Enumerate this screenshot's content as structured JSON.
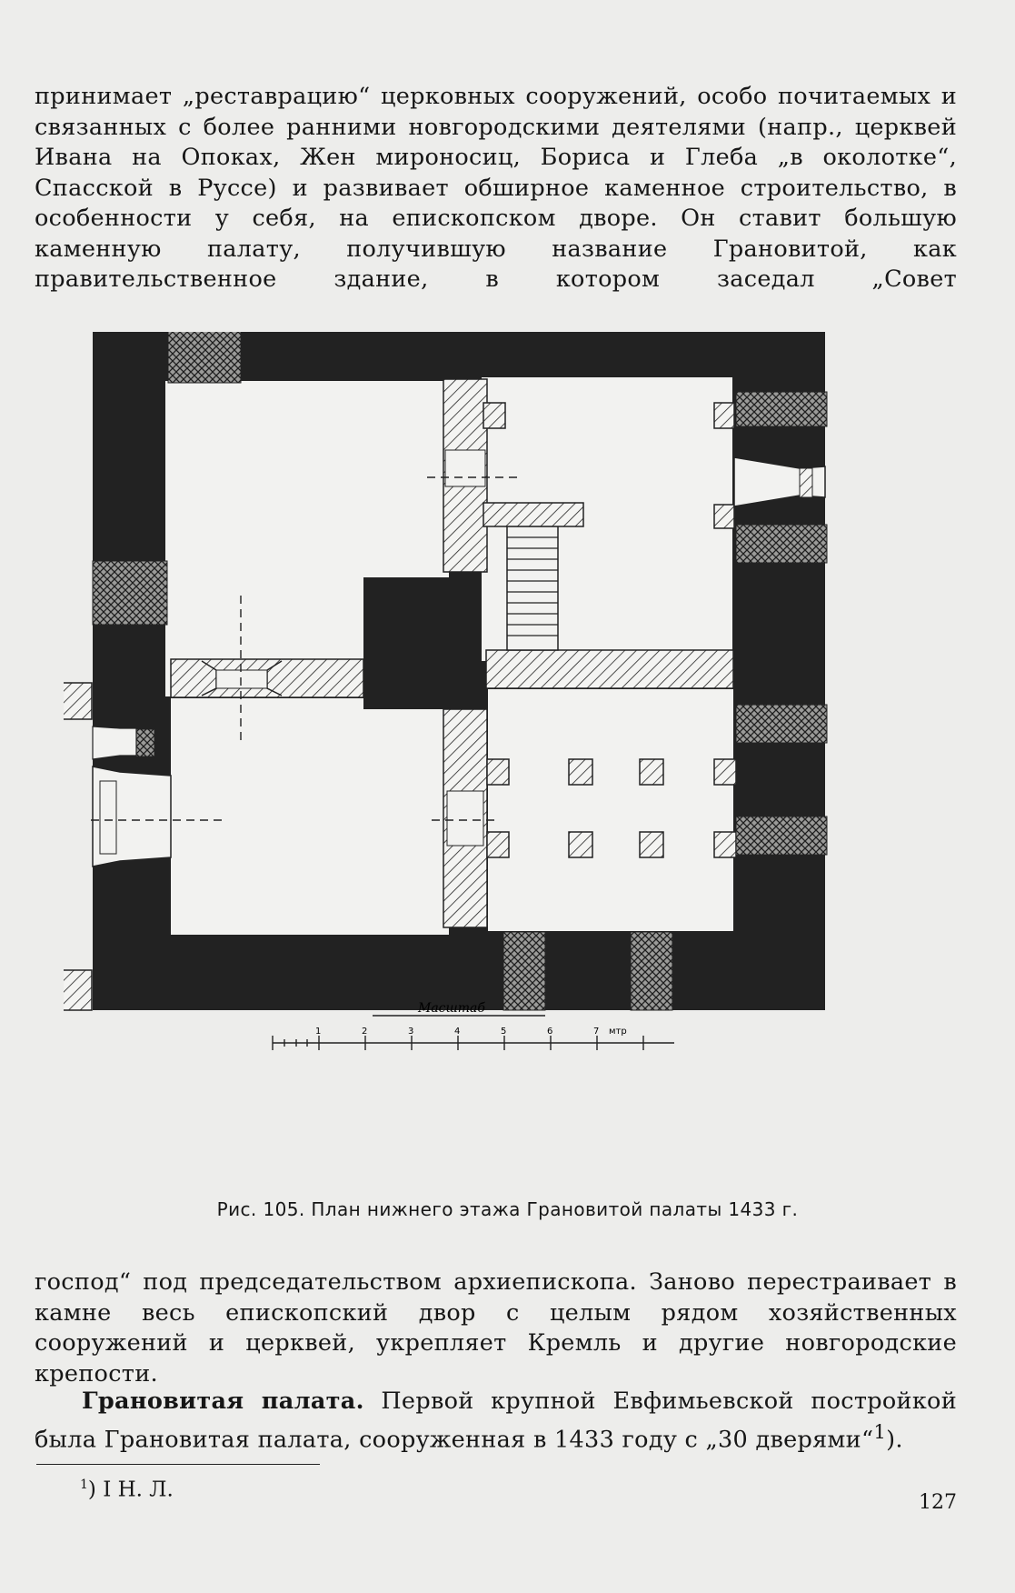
{
  "text": {
    "para1": "принимает „реставрацию“ церковных сооружений, особо почитаемых и связанных с более ранними новгородскими деятелями (напр., церквей Ивана на Опоках, Жен мироносиц, Бориса и Глеба „в околотке“, Спасской в Руссе) и развивает обширное каменное строительство, в особенности у себя, на епископском дворе. Он ставит большую каменную палату, получившую название Грановитой, как правительственное здание, в котором заседал „Совет",
    "para2": "господ“ под председательством архиепископа. Заново перестраивает в камне весь епископский двор с целым рядом хозяйственных сооружений и церквей, укрепляет Кремль и другие новгородские крепости.",
    "para3_heading": "Грановитая палата.",
    "para3_body": " Первой крупной Евфимьевской постройкой была Грановитая палата, сооруженная в 1433 году с „30 дверями“",
    "para3_noteref": "1",
    "para3_end": ")."
  },
  "figure": {
    "caption": "Рис. 105. План нижнего этажа Грановитой палаты 1433 г.",
    "scale_title": "Масштаб",
    "scale_unit": "мтр",
    "scale_ticks": [
      "1",
      "2",
      "3",
      "4",
      "5",
      "6",
      "7"
    ]
  },
  "footnote": {
    "marker": "1",
    "text": ") I Н. Л."
  },
  "page_number": "127",
  "colors": {
    "paper": "#ededeb",
    "ink": "#161616",
    "wall": "#222222"
  }
}
